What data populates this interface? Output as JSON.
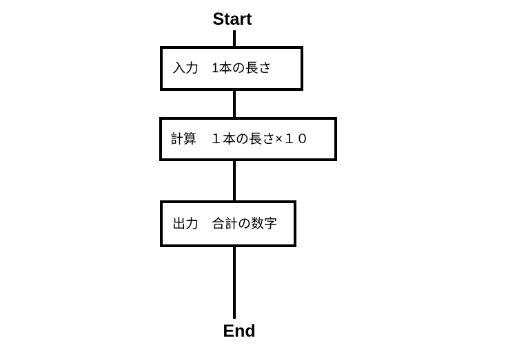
{
  "diagram": {
    "type": "flowchart",
    "start_label": "Start",
    "end_label": "End",
    "nodes": [
      {
        "id": "input",
        "label": "入力　1本の長さ"
      },
      {
        "id": "calc",
        "label": "計算　１本の長さ×１０"
      },
      {
        "id": "output",
        "label": "出力　合計の数字"
      }
    ],
    "colors": {
      "background": "#ffffff",
      "line": "#000000",
      "text": "#000000"
    }
  }
}
